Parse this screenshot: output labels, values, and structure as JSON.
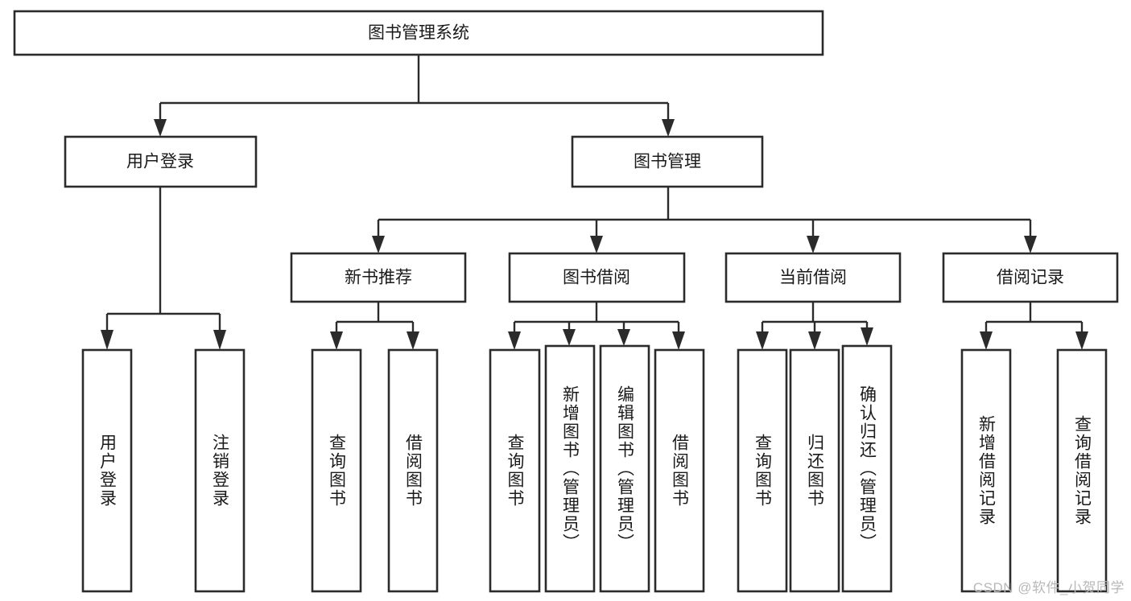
{
  "diagram": {
    "type": "tree",
    "title": "图书管理系统",
    "watermark": "CSDN @软件_小贺同学",
    "colors": {
      "box_stroke": "#2b2b2b",
      "box_fill": "#ffffff",
      "connector": "#2b2b2b",
      "text": "#1a1a1a",
      "watermark": "#b8b8b8",
      "background": "#ffffff"
    },
    "root": {
      "label": "图书管理系统"
    },
    "level2": [
      {
        "label": "用户登录"
      },
      {
        "label": "图书管理"
      }
    ],
    "level3": [
      {
        "label": "新书推荐"
      },
      {
        "label": "图书借阅"
      },
      {
        "label": "当前借阅"
      },
      {
        "label": "借阅记录"
      }
    ],
    "leaves": {
      "user_login": [
        {
          "label": "用户登录"
        },
        {
          "label": "注销登录"
        }
      ],
      "new_book_recommend": [
        {
          "label": "查询图书"
        },
        {
          "label": "借阅图书"
        }
      ],
      "book_borrow": [
        {
          "label": "查询图书"
        },
        {
          "label": "新增图书（管理员）"
        },
        {
          "label": "编辑图书（管理员）"
        },
        {
          "label": "借阅图书"
        }
      ],
      "current_borrow": [
        {
          "label": "查询图书"
        },
        {
          "label": "归还图书"
        },
        {
          "label": "确认归还（管理员）"
        }
      ],
      "borrow_record": [
        {
          "label": "新增借阅记录"
        },
        {
          "label": "查询借阅记录"
        }
      ]
    }
  }
}
